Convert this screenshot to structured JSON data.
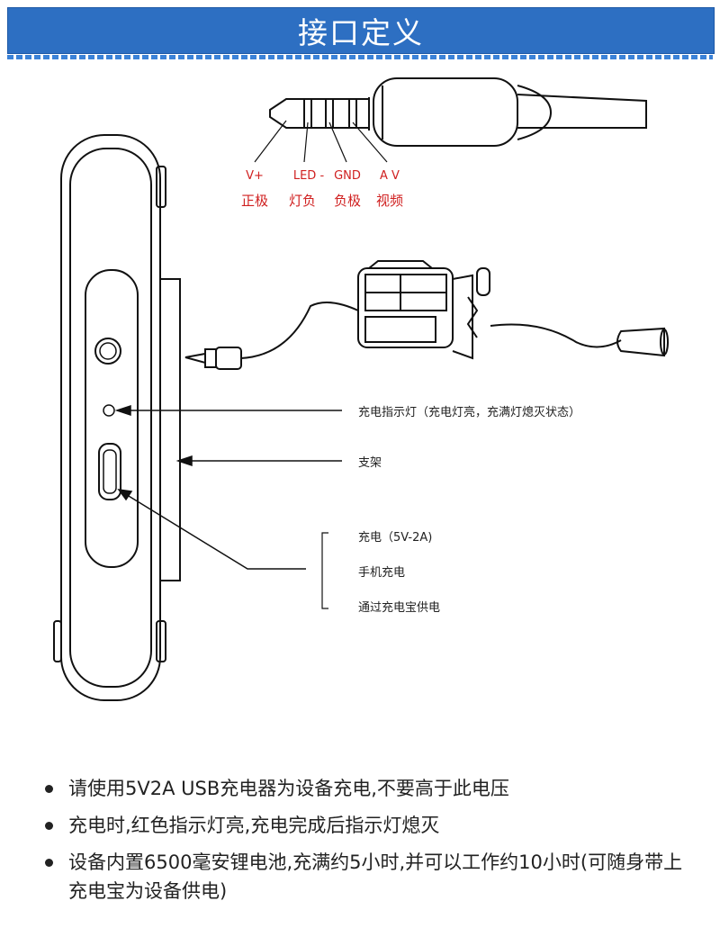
{
  "header": {
    "title": "接口定义"
  },
  "pins": [
    {
      "label": "V+",
      "desc": "正极"
    },
    {
      "label": "LED -",
      "desc": "灯负"
    },
    {
      "label": "GND",
      "desc": "负极"
    },
    {
      "label": "A V",
      "desc": "视频"
    }
  ],
  "callouts": {
    "indicator": "充电指示灯（充电灯亮，充满灯熄灭状态）",
    "stand": "支架",
    "charge": "充电（5V-2A)",
    "phone": "手机充电",
    "powerbank": "通过充电宝供电"
  },
  "notes": [
    "请使用5V2A USB充电器为设备充电,不要高于此电压",
    "充电时,红色指示灯亮,充电完成后指示灯熄灭",
    "设备内置6500毫安锂电池,充满约5小时,并可以工作约10小时(可随身带上充电宝为设备供电)"
  ]
}
